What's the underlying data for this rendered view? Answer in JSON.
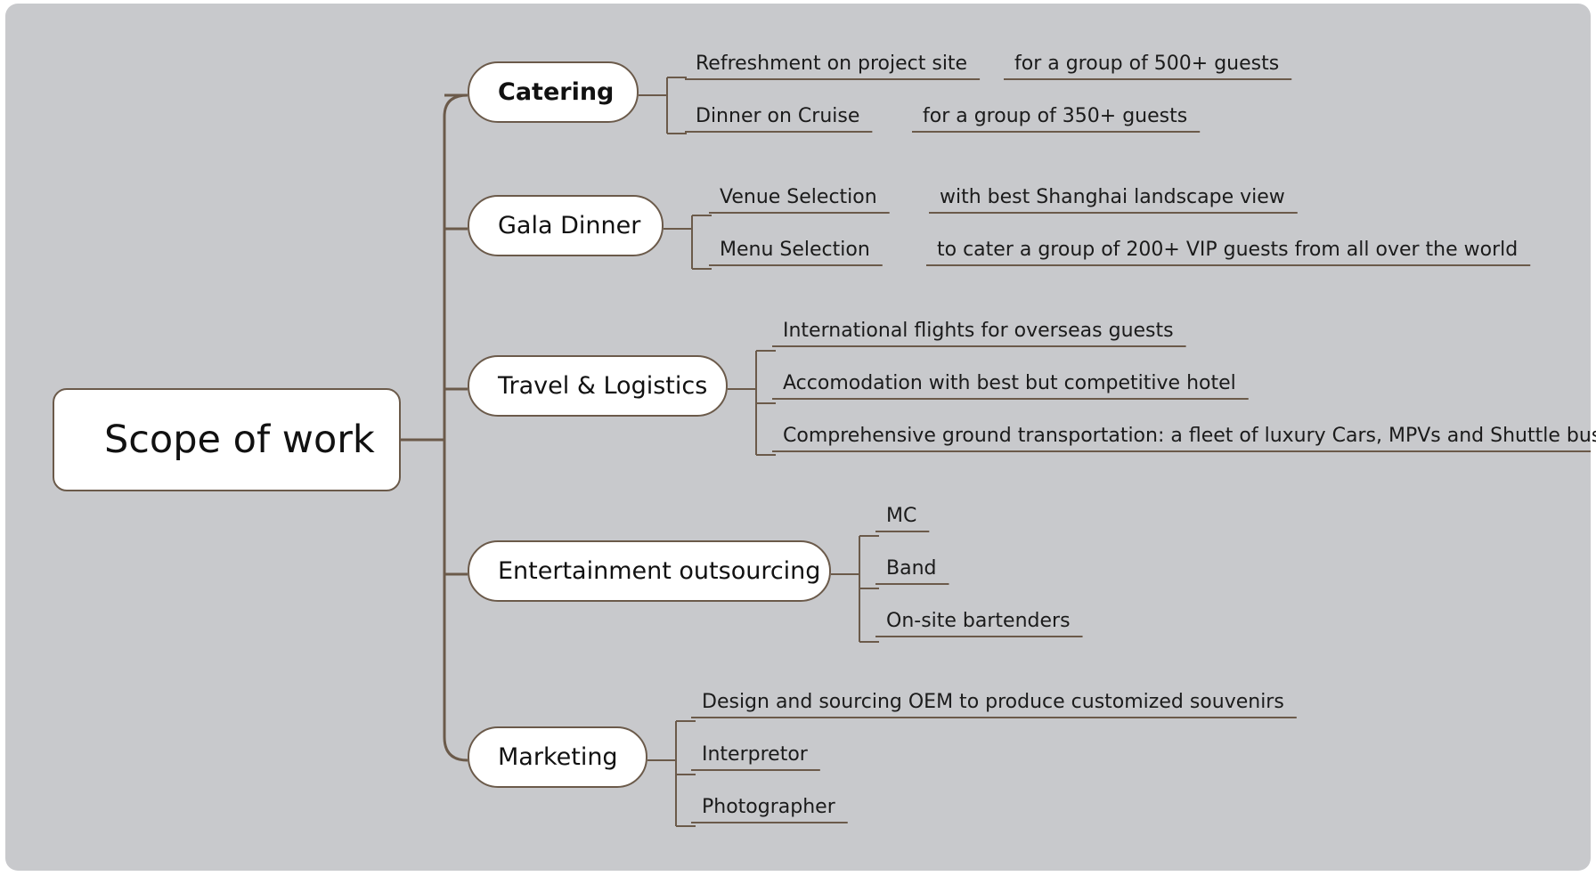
{
  "colors": {
    "background": "#c8c9cc",
    "connector": "#6b5a4a",
    "node_fill": "#ffffff",
    "text": "#111111"
  },
  "root": {
    "label": "Scope of work"
  },
  "branches": [
    {
      "label": "Catering",
      "items": [
        {
          "text": "Refreshment on project site",
          "detail": "for a group of 500+ guests"
        },
        {
          "text": "Dinner on Cruise",
          "detail": "for a group of 350+ guests"
        }
      ]
    },
    {
      "label": "Gala Dinner",
      "items": [
        {
          "text": "Venue Selection",
          "detail": "with best Shanghai landscape view"
        },
        {
          "text": "Menu Selection",
          "detail": "to cater a group of 200+ VIP guests from all over the world"
        }
      ]
    },
    {
      "label": "Travel & Logistics",
      "items": [
        {
          "text": "International flights for overseas guests"
        },
        {
          "text": "Accomodation with best but competitive hotel"
        },
        {
          "text": "Comprehensive ground transportation: a fleet of luxury Cars, MPVs and Shuttle bus"
        }
      ]
    },
    {
      "label": "Entertainment outsourcing",
      "items": [
        {
          "text": "MC"
        },
        {
          "text": "Band"
        },
        {
          "text": "On-site bartenders"
        }
      ]
    },
    {
      "label": "Marketing",
      "items": [
        {
          "text": "Design and sourcing OEM to produce customized souvenirs"
        },
        {
          "text": "Interpretor"
        },
        {
          "text": "Photographer"
        }
      ]
    }
  ]
}
